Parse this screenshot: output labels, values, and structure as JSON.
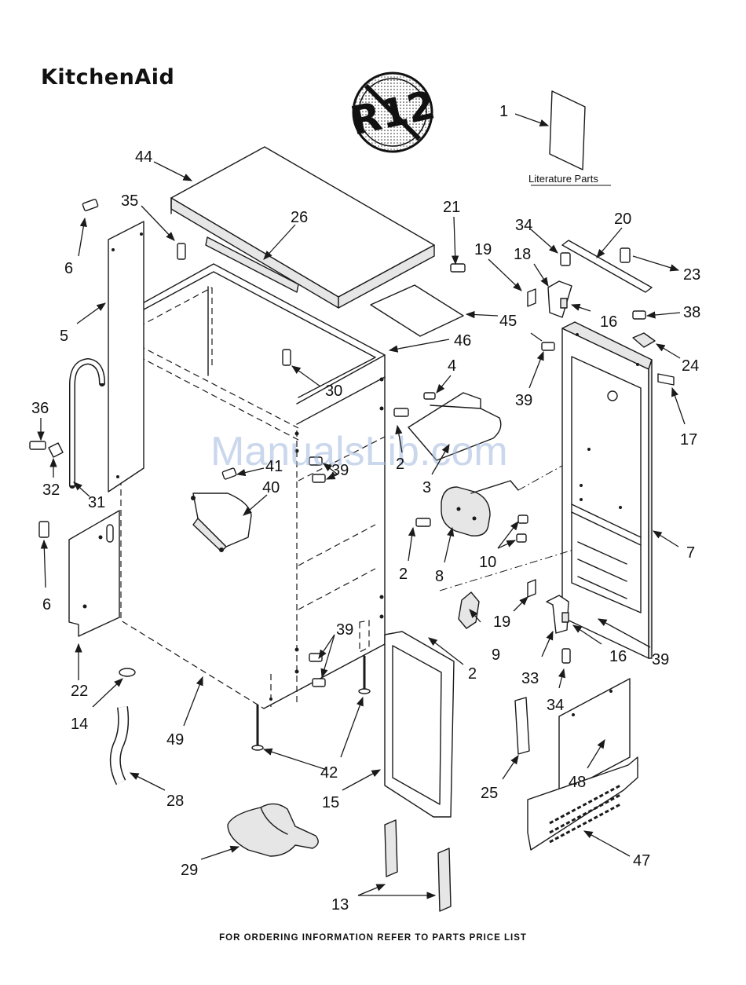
{
  "brand": {
    "logo": "KitchenAid"
  },
  "badge": {
    "text": "R12"
  },
  "literature": {
    "label": "Literature Parts"
  },
  "footer": {
    "text": "FOR ORDERING INFORMATION REFER TO PARTS PRICE LIST"
  },
  "watermark": {
    "text": "ManualsLib.com"
  },
  "callouts": {
    "c1": "1",
    "c2a": "2",
    "c2b": "2",
    "c2c": "2",
    "c3": "3",
    "c4": "4",
    "c5": "5",
    "c6a": "6",
    "c6b": "6",
    "c7": "7",
    "c8": "8",
    "c9": "9",
    "c10": "10",
    "c13": "13",
    "c14": "14",
    "c15": "15",
    "c16a": "16",
    "c16b": "16",
    "c17": "17",
    "c18": "18",
    "c19a": "19",
    "c19b": "19",
    "c20": "20",
    "c21": "21",
    "c22": "22",
    "c23": "23",
    "c24": "24",
    "c25": "25",
    "c26": "26",
    "c28": "28",
    "c29": "29",
    "c30": "30",
    "c31": "31",
    "c32": "32",
    "c33": "33",
    "c34a": "34",
    "c34b": "34",
    "c35": "35",
    "c36": "36",
    "c38": "38",
    "c39a": "39",
    "c39b": "39",
    "c39c": "39",
    "c39d": "39",
    "c39e": "39",
    "c40": "40",
    "c41": "41",
    "c42": "42",
    "c44": "44",
    "c45": "45",
    "c46": "46",
    "c47": "47",
    "c48": "48",
    "c49": "49"
  }
}
